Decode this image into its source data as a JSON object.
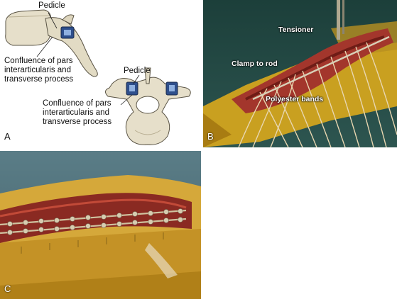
{
  "panel_a": {
    "letter": "A",
    "labels": {
      "pedicle_top": "Pedicle",
      "confluence_top_1": "Confluence of pars",
      "confluence_top_2": "interarticularis and",
      "confluence_top_3": "transverse process",
      "pedicle_bottom": "Pedicle",
      "confluence_bottom_1": "Confluence of pars",
      "confluence_bottom_2": "interarticularis and",
      "confluence_bottom_3": "transverse process"
    }
  },
  "panel_b": {
    "letter": "B",
    "labels": {
      "tensioner": "Tensioner",
      "clamp": "Clamp to rod",
      "bands": "Polyester bands"
    }
  },
  "panel_c": {
    "letter": "C"
  }
}
